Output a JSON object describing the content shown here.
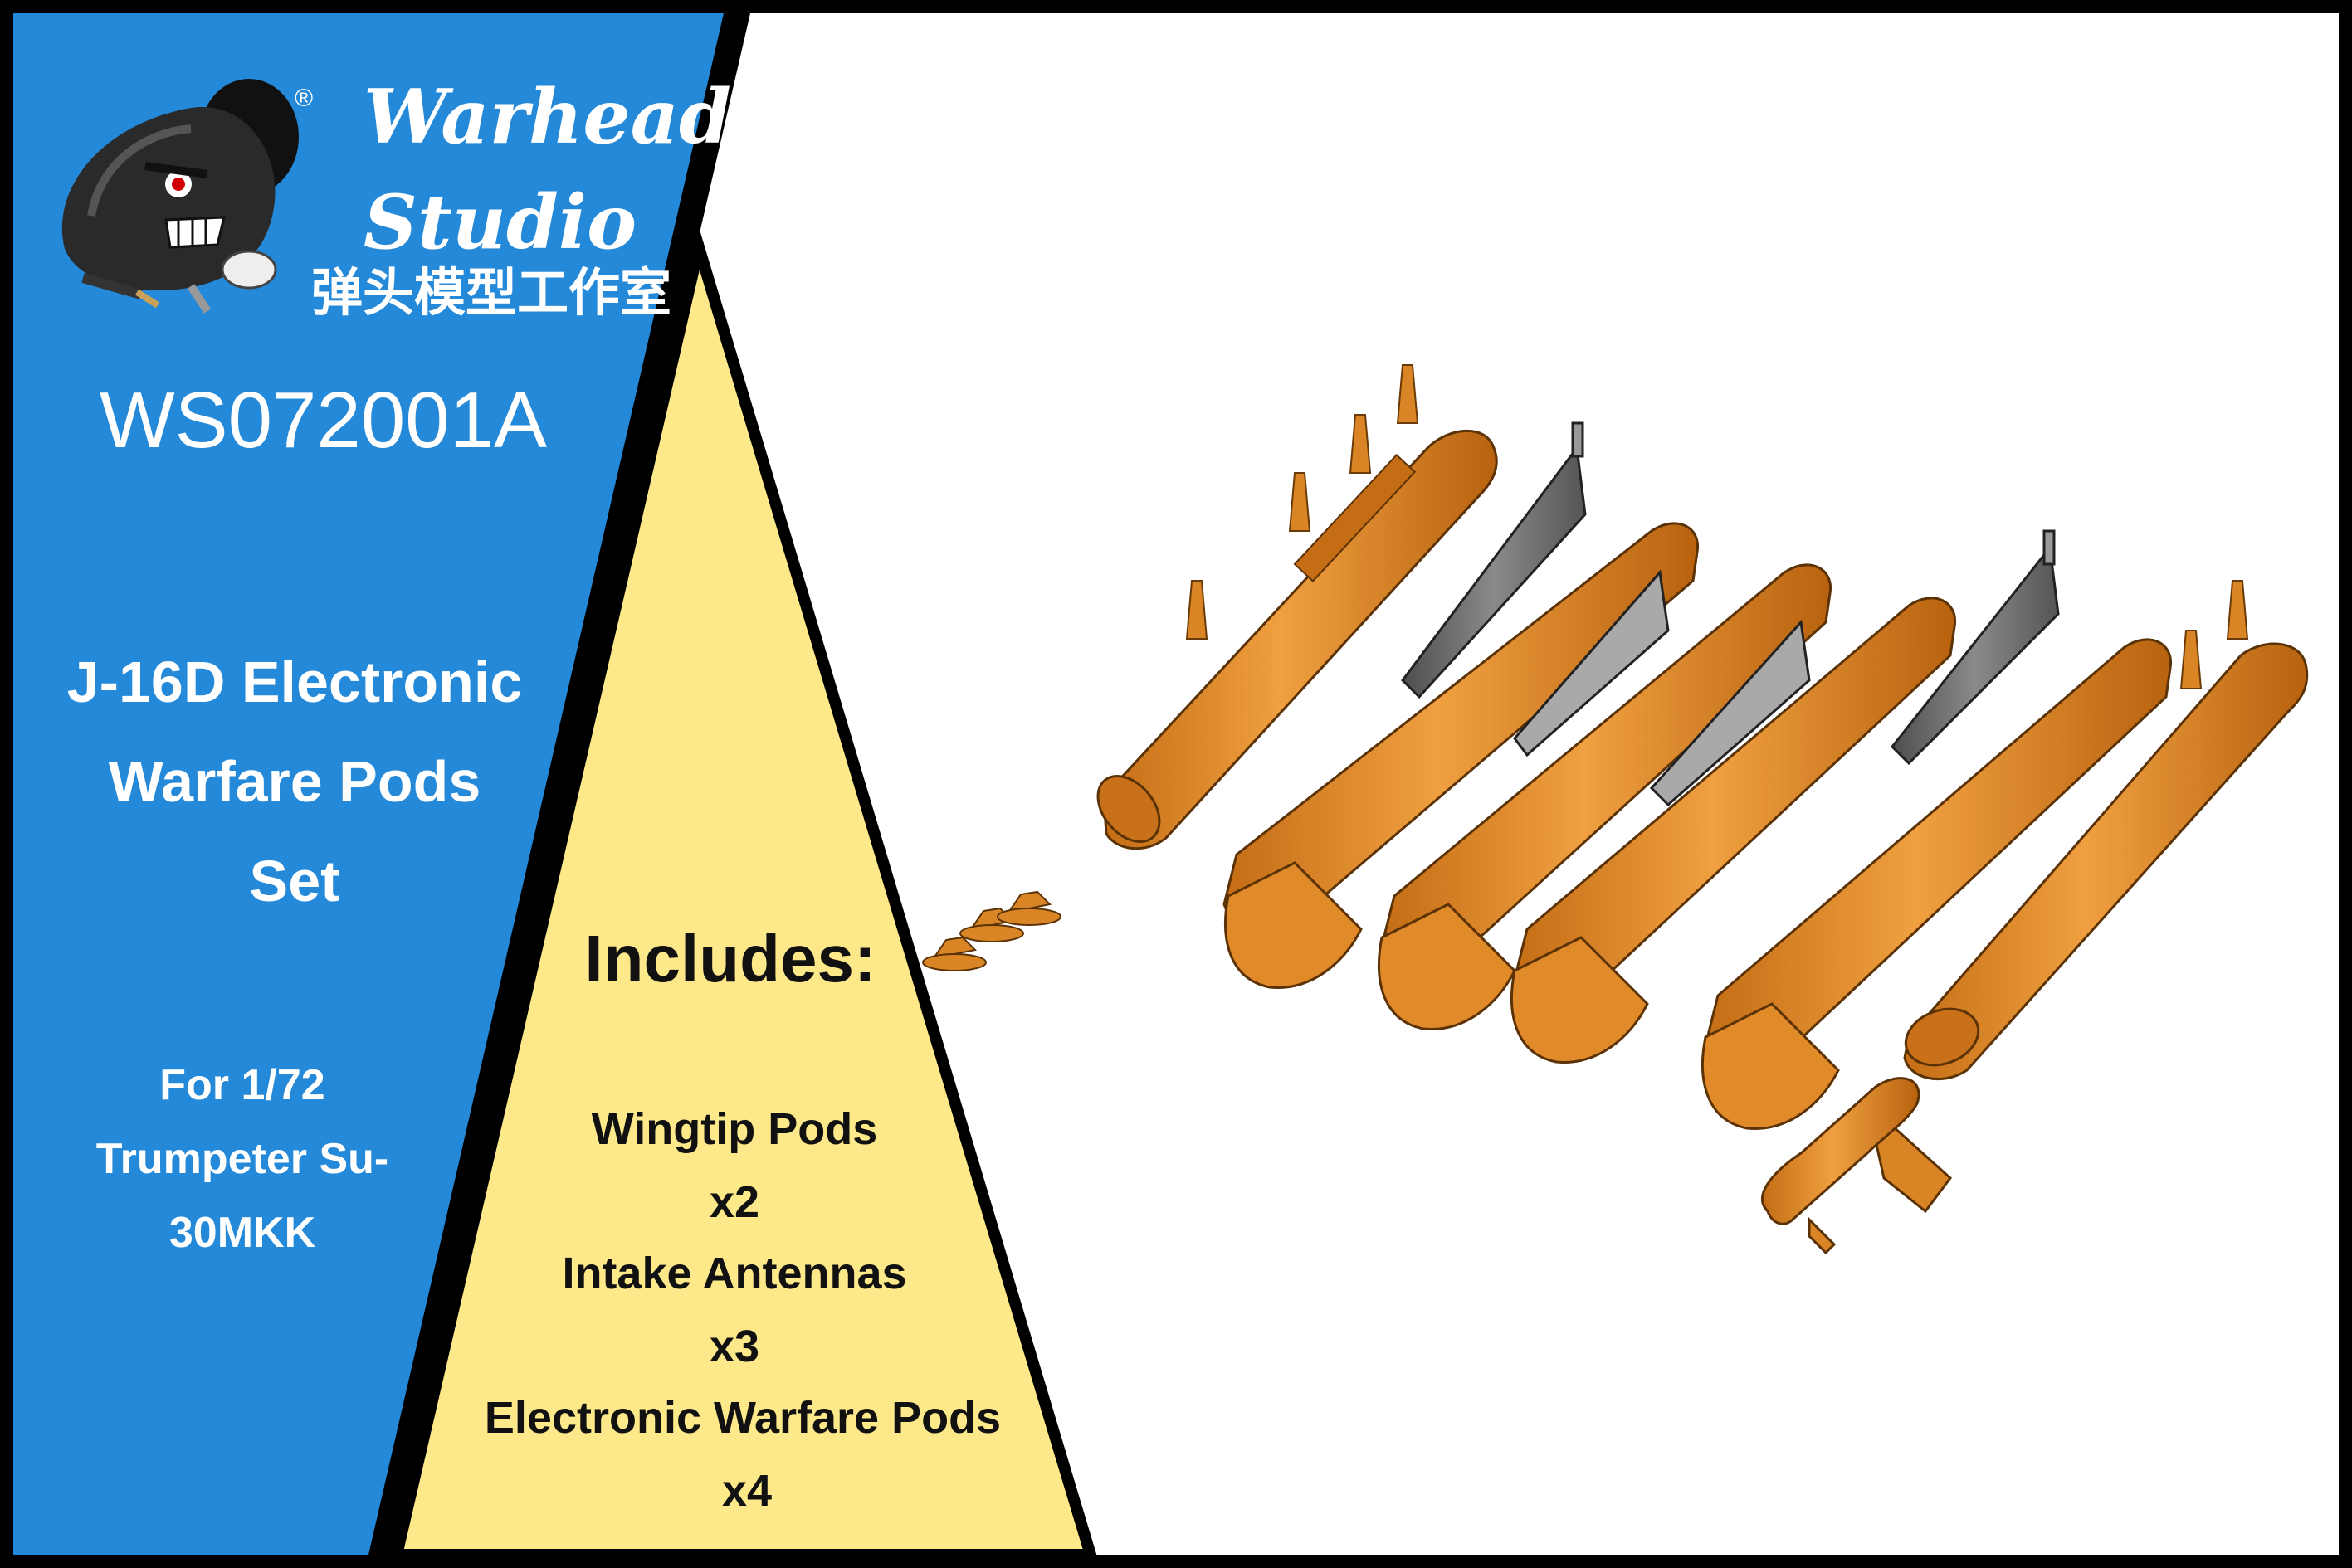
{
  "brand": {
    "name_line1": "Warhead",
    "name_line2": "Studio",
    "name_cn": "弹头模型工作室",
    "registered_mark": "®",
    "logo_icon": "warhead-mascot-icon"
  },
  "product_code": "WS072001A",
  "product_title": {
    "line1": "J-16D Electronic",
    "line2": "Warfare Pods",
    "line3": "Set"
  },
  "compatibility": {
    "line1": "For 1/72",
    "line2": "Trumpeter Su-",
    "line3": "30MKK"
  },
  "includes": {
    "heading": "Includes:",
    "items": [
      {
        "name": "Wingtip Pods",
        "qty": "x2"
      },
      {
        "name": "Intake Antennas",
        "qty": "x3"
      },
      {
        "name": "Electronic Warfare Pods",
        "qty": "x4"
      }
    ]
  },
  "colors": {
    "panel_blue": "#2589d9",
    "panel_yellow": "#fde98a",
    "part_orange": "#e08a2a",
    "part_grey": "#6d6d6d",
    "border": "#000000"
  }
}
